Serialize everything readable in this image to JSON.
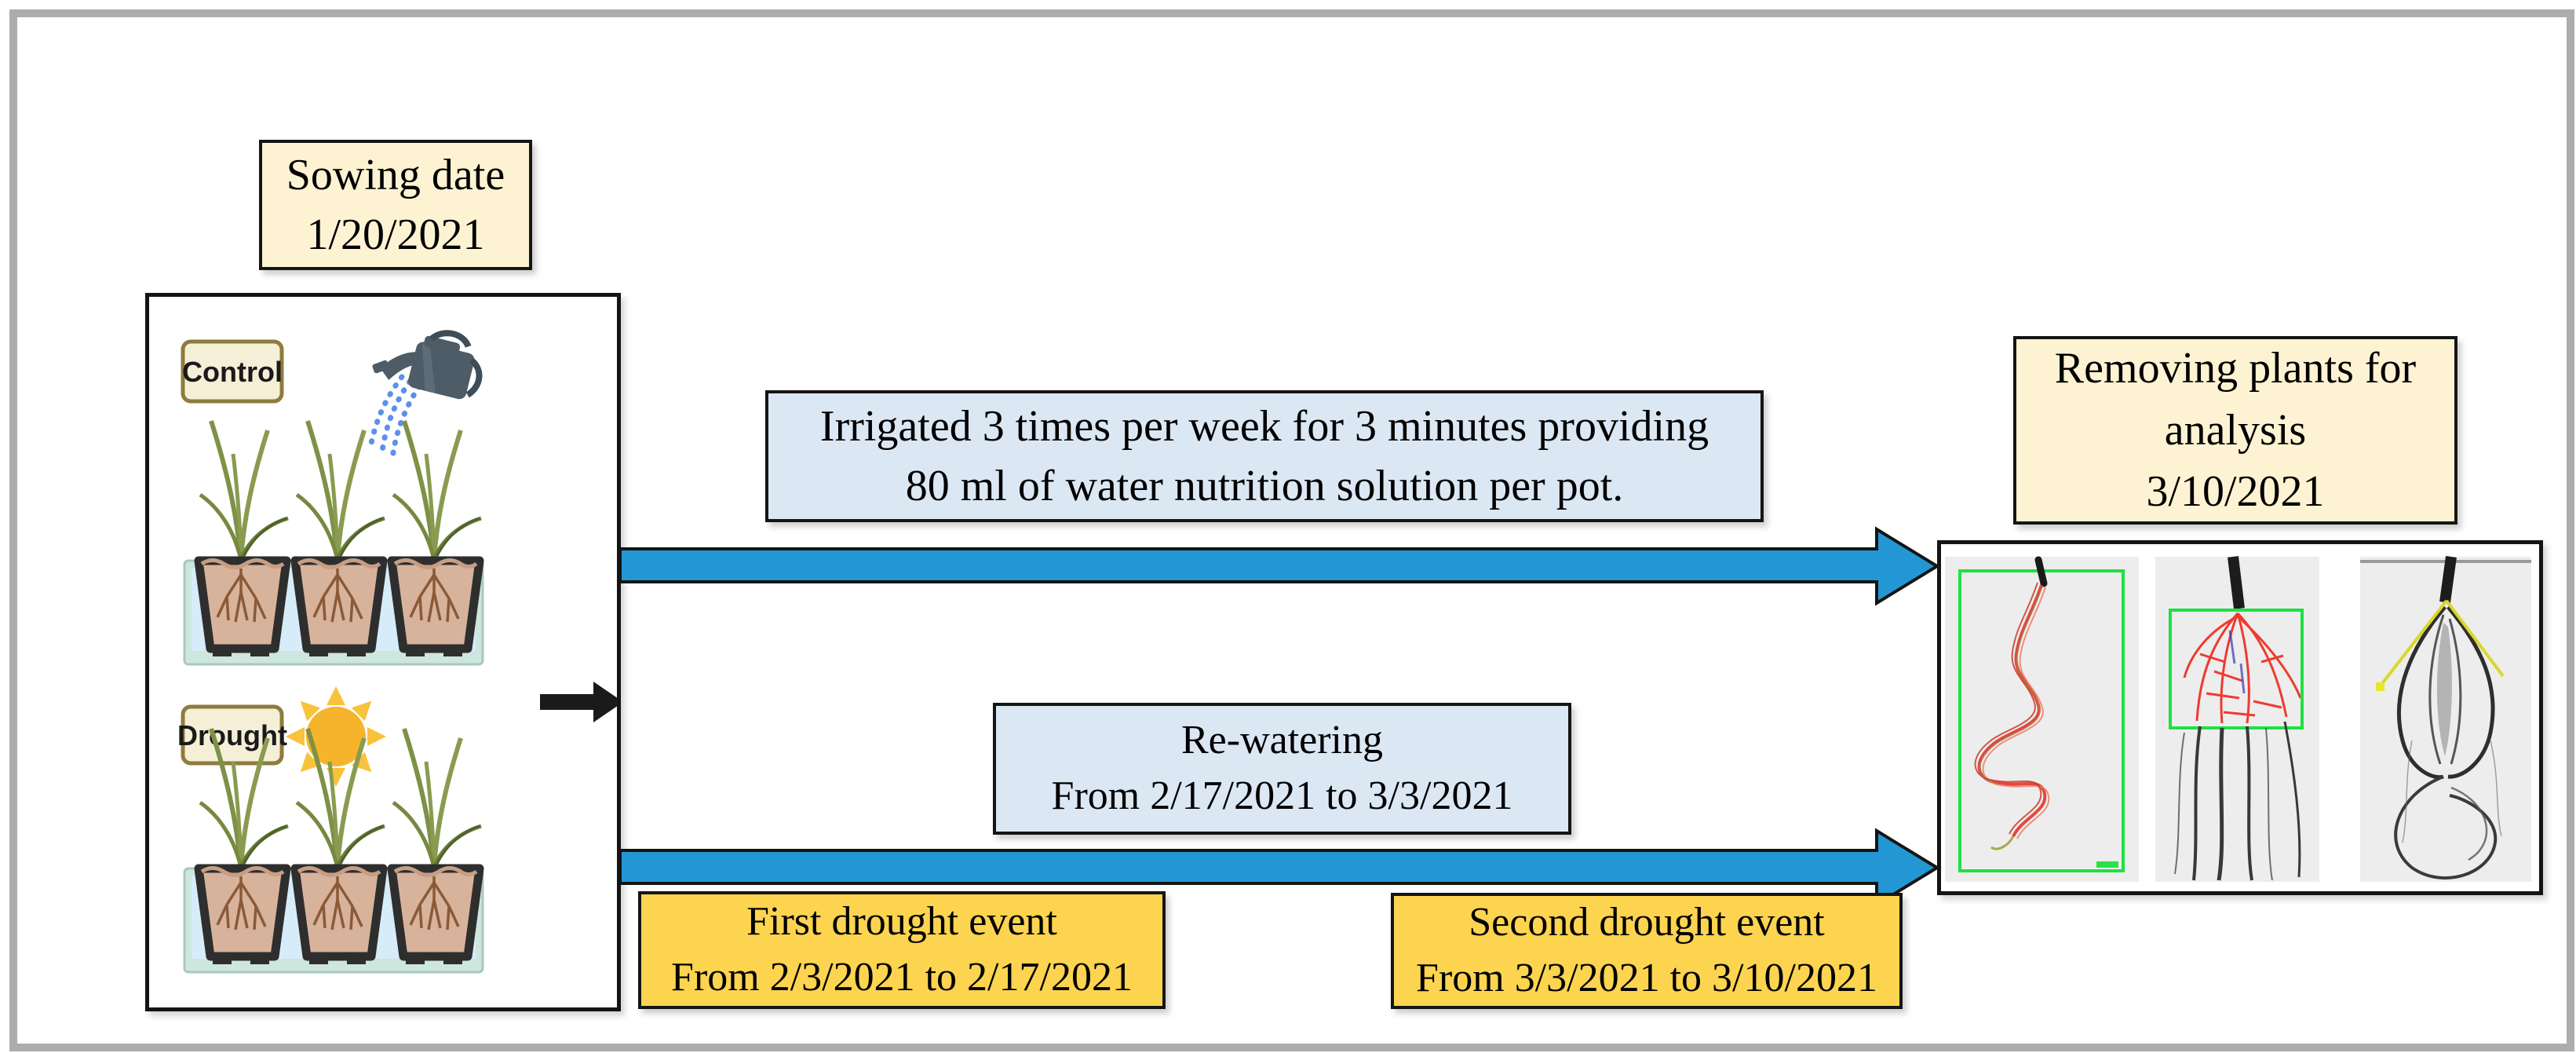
{
  "figure": {
    "sowing_box": {
      "line1": "Sowing date",
      "line2": "1/20/2021"
    },
    "irrigation_box": {
      "line1": "Irrigated 3 times per week for 3 minutes providing",
      "line2": "80 ml of water nutrition solution per pot."
    },
    "rewatering_box": {
      "line1": "Re-watering",
      "line2": "From 2/17/2021 to 3/3/2021"
    },
    "first_drought_box": {
      "line1": "First drought event",
      "line2": "From 2/3/2021 to 2/17/2021"
    },
    "second_drought_box": {
      "line1": "Second drought event",
      "line2": "From 3/3/2021 to 3/10/2021"
    },
    "removing_box": {
      "line1": "Removing plants for",
      "line2": "analysis",
      "line3": "3/10/2021"
    },
    "treatments": {
      "control_label": "Control",
      "drought_label": "Drought"
    },
    "icons": [
      "watering-can-icon",
      "sun-icon",
      "right-arrow-icon",
      "timeline-arrow"
    ],
    "colors": {
      "cream": "#fdf3d3",
      "light_blue": "#dce7f4",
      "gold": "#fcd44f",
      "arrow_blue": "#2397d4",
      "frame_gray": "#adadad",
      "root_highlight_red": "#e2483d",
      "bounding_box_green": "#1fe045",
      "root_trace_yellow": "#d8d829"
    }
  }
}
